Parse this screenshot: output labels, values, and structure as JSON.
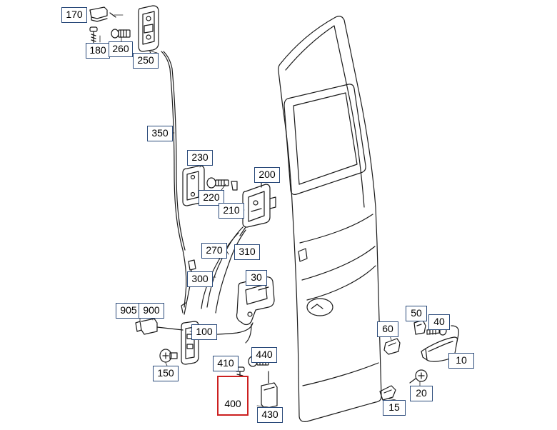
{
  "callouts": {
    "c170": "170",
    "c180": "180",
    "c260": "260",
    "c250": "250",
    "c350": "350",
    "c230": "230",
    "c200": "200",
    "c220": "220",
    "c210": "210",
    "c270": "270",
    "c310": "310",
    "c300": "300",
    "c30": "30",
    "c905": "905",
    "c900": "900",
    "c100": "100",
    "c150": "150",
    "c410": "410",
    "c440": "440",
    "c400": "400",
    "c430": "430",
    "c50": "50",
    "c40": "40",
    "c60": "60",
    "c10": "10",
    "c20": "20",
    "c15": "15"
  },
  "highlighted_callout": "400",
  "colors": {
    "line": "#1a1a1a",
    "label_border": "#2a4a7a",
    "highlight_border": "#cc1f1f"
  }
}
